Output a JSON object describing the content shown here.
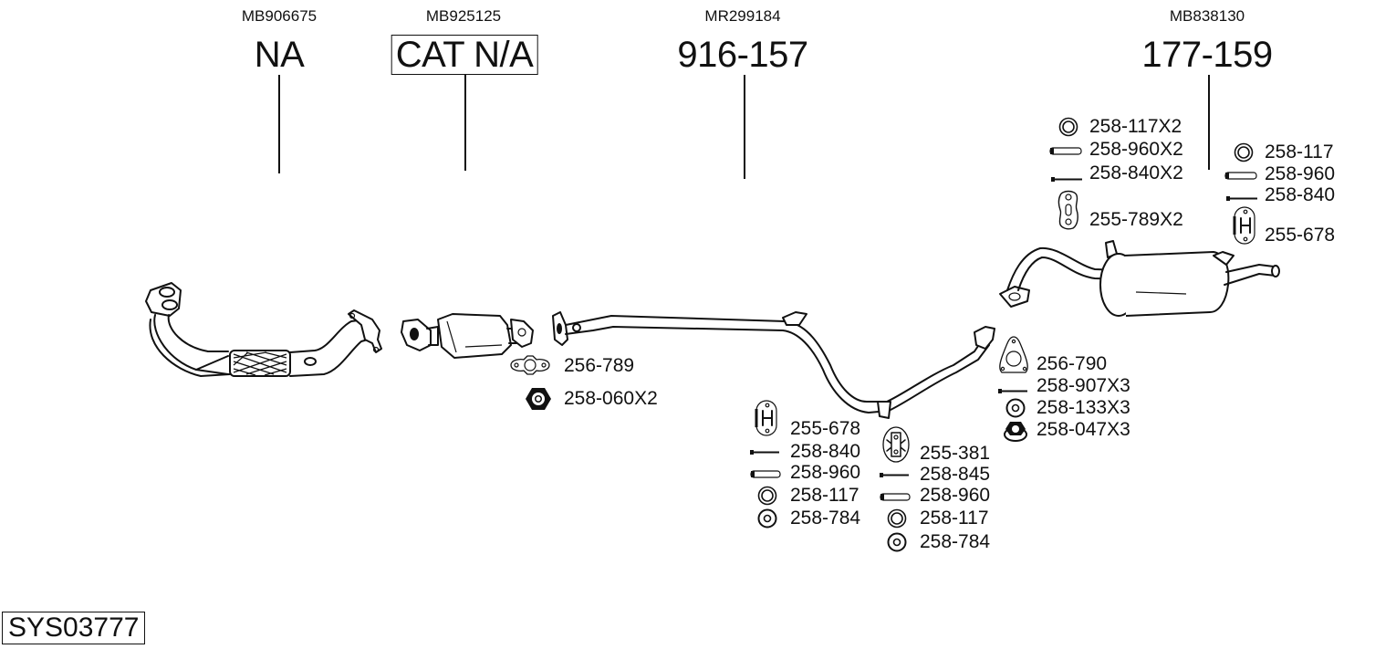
{
  "system_code": "SYS03777",
  "assemblies": [
    {
      "oe_number": "MB906675",
      "ref": "NA",
      "boxed": false,
      "name": "front-pipe"
    },
    {
      "oe_number": "MB925125",
      "ref": "CAT N/A",
      "boxed": true,
      "name": "catalytic-converter"
    },
    {
      "oe_number": "MR299184",
      "ref": "916-157",
      "boxed": false,
      "name": "middle-pipe"
    },
    {
      "oe_number": "MB838130",
      "ref": "177-159",
      "boxed": false,
      "name": "rear-silencer"
    }
  ],
  "parts": {
    "cat_fitting": [
      {
        "icon": "gasket-oval-icon",
        "code": "256-789"
      },
      {
        "icon": "hex-nut-icon",
        "code": "258-060X2"
      }
    ],
    "middle_hanger_a": [
      {
        "icon": "rubber-hanger-h-icon",
        "code": "255-678"
      },
      {
        "icon": "bolt-icon",
        "code": "258-840"
      },
      {
        "icon": "sleeve-icon",
        "code": "258-960"
      },
      {
        "icon": "washer-icon",
        "code": "258-117"
      },
      {
        "icon": "spring-washer-icon",
        "code": "258-784"
      }
    ],
    "middle_hanger_b": [
      {
        "icon": "rubber-hanger-round-icon",
        "code": "255-381"
      },
      {
        "icon": "bolt-icon",
        "code": "258-845"
      },
      {
        "icon": "sleeve-icon",
        "code": "258-960"
      },
      {
        "icon": "washer-icon",
        "code": "258-117"
      },
      {
        "icon": "spring-washer-icon",
        "code": "258-784"
      }
    ],
    "rear_joint": [
      {
        "icon": "gasket-triangle-icon",
        "code": "256-790"
      },
      {
        "icon": "bolt-icon",
        "code": "258-907X3"
      },
      {
        "icon": "spring-washer-icon",
        "code": "258-133X3"
      },
      {
        "icon": "flange-nut-icon",
        "code": "258-047X3"
      }
    ],
    "rear_hanger_left": [
      {
        "icon": "washer-icon",
        "code": "258-117X2"
      },
      {
        "icon": "sleeve-icon",
        "code": "258-960X2"
      },
      {
        "icon": "bolt-icon",
        "code": "258-840X2"
      },
      {
        "icon": "rubber-hanger-strap-icon",
        "code": "255-789X2"
      }
    ],
    "rear_hanger_right": [
      {
        "icon": "washer-icon",
        "code": "258-117"
      },
      {
        "icon": "sleeve-icon",
        "code": "258-960"
      },
      {
        "icon": "bolt-icon",
        "code": "258-840"
      },
      {
        "icon": "rubber-hanger-h-icon",
        "code": "255-678"
      }
    ]
  }
}
